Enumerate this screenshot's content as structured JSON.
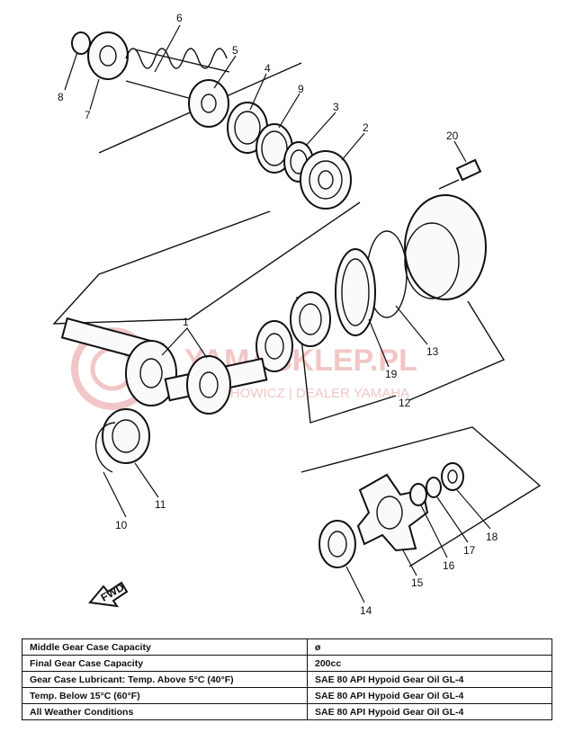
{
  "callouts": [
    "1",
    "2",
    "3",
    "4",
    "5",
    "6",
    "7",
    "8",
    "9",
    "10",
    "11",
    "12",
    "13",
    "14",
    "15",
    "16",
    "17",
    "18",
    "19",
    "20"
  ],
  "watermark": {
    "brand": "YAMASKLEP.PL",
    "sub": "W. LECHOWICZ | DEALER YAMAHA",
    "color": "#f2c6c6"
  },
  "arrow_label": "FWD",
  "spec_table": [
    {
      "label": "Middle Gear Case Capacity",
      "value": "ø"
    },
    {
      "label": "Final Gear Case Capacity",
      "value": "200cc"
    },
    {
      "label": "Gear Case Lubricant: Temp. Above 5°C (40°F)",
      "value": "SAE 80 API Hypoid Gear Oil GL-4"
    },
    {
      "label": "Temp. Below 15°C (60°F)",
      "value": "SAE 80 API Hypoid Gear Oil GL-4"
    },
    {
      "label": "All Weather Conditions",
      "value": "SAE 80 API Hypoid Gear Oil GL-4"
    }
  ]
}
